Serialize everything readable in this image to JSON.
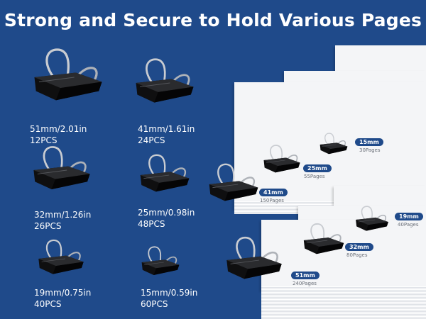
{
  "title": "Strong and Secure to Hold Various Pages",
  "clips": [
    {
      "size": "51mm/2.01in",
      "qty": "12PCS"
    },
    {
      "size": "41mm/1.61in",
      "qty": "24PCS"
    },
    {
      "size": "32mm/1.26in",
      "qty": "26PCS"
    },
    {
      "size": "25mm/0.98in",
      "qty": "48PCS"
    },
    {
      "size": "19mm/0.75in",
      "qty": "40PCS"
    },
    {
      "size": "15mm/0.59in",
      "qty": "60PCS"
    }
  ],
  "stacks": [
    {
      "size": "15mm",
      "pages": "30Pages"
    },
    {
      "size": "25mm",
      "pages": "55Pages"
    },
    {
      "size": "41mm",
      "pages": "150Pages"
    },
    {
      "size": "19mm",
      "pages": "40Pages"
    },
    {
      "size": "32mm",
      "pages": "80Pages"
    },
    {
      "size": "51mm",
      "pages": "240Pages"
    }
  ],
  "colors": {
    "background": "#1f4a8a",
    "clip": "#111111",
    "wire": "#c9ccd1",
    "paper": "#f4f5f7"
  }
}
